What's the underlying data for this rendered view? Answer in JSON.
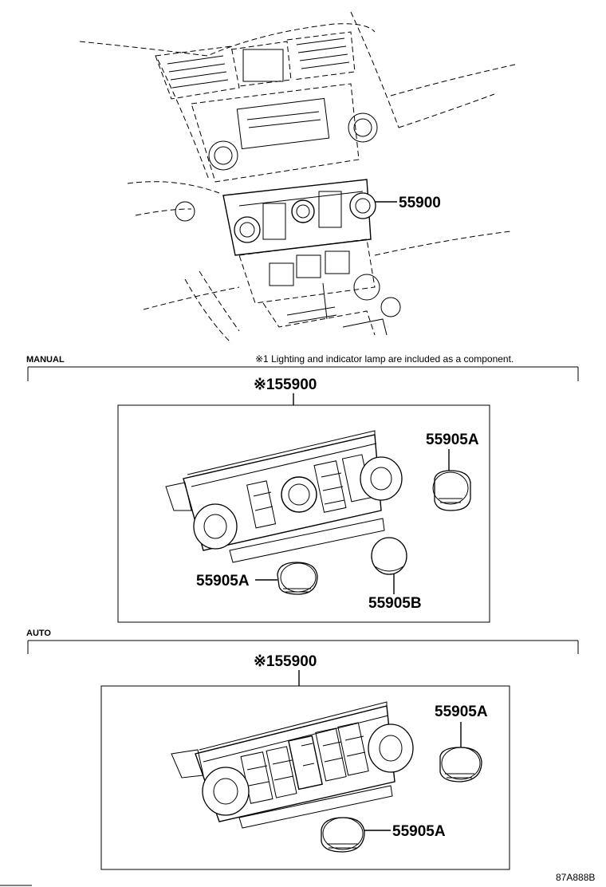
{
  "diagram": {
    "overview_label": "55900",
    "note": "※1 Lighting and indicator lamp are included as a component.",
    "sections": [
      {
        "name": "MANUAL",
        "assembly_label": "※155900",
        "parts": [
          "55905A",
          "55905A",
          "55905B"
        ]
      },
      {
        "name": "AUTO",
        "assembly_label": "※155900",
        "parts": [
          "55905A",
          "55905A"
        ]
      }
    ],
    "figure_code": "87A888B"
  }
}
